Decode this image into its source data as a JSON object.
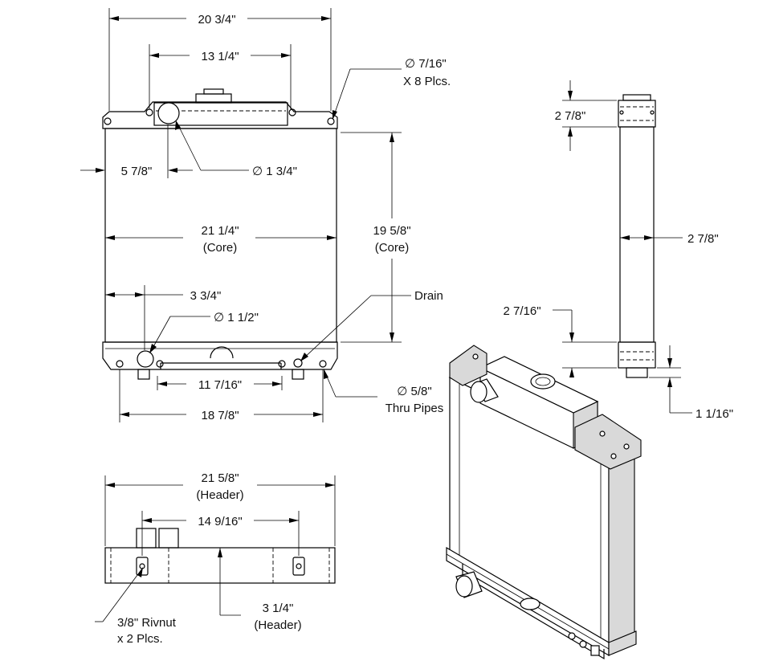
{
  "front_view": {
    "overall_width": "20 3/4\"",
    "tab_span": "13 1/4\"",
    "mount_hole_dia": "∅ 7/16\"",
    "mount_hole_qty": "X 8 Plcs.",
    "inlet_offset": "5 7/8\"",
    "inlet_dia": "∅ 1 3/4\"",
    "core_width": "21 1/4\"",
    "core_width_note": "(Core)",
    "core_height": "19 5/8\"",
    "core_height_note": "(Core)",
    "outlet_offset": "3 3/4\"",
    "outlet_dia": "∅ 1 1/2\"",
    "drain": "Drain",
    "pipe_span": "11 7/16\"",
    "bottom_hole_span": "18 7/8\"",
    "thru_pipe_dia": "∅ 5/8\"",
    "thru_pipe_note": "Thru Pipes"
  },
  "side_view": {
    "top_height": "2 7/8\"",
    "depth": "2 7/8\"",
    "bottom_height": "2 7/16\"",
    "pipe_length": "1 1/16\""
  },
  "bottom_view": {
    "header_width": "21 5/8\"",
    "header_width_note": "(Header)",
    "rivnut_span": "14 9/16\"",
    "header_height": "3 1/4\"",
    "header_height_note": "(Header)",
    "rivnut": "3/8\" Rivnut",
    "rivnut_qty": "x 2 Plcs."
  }
}
